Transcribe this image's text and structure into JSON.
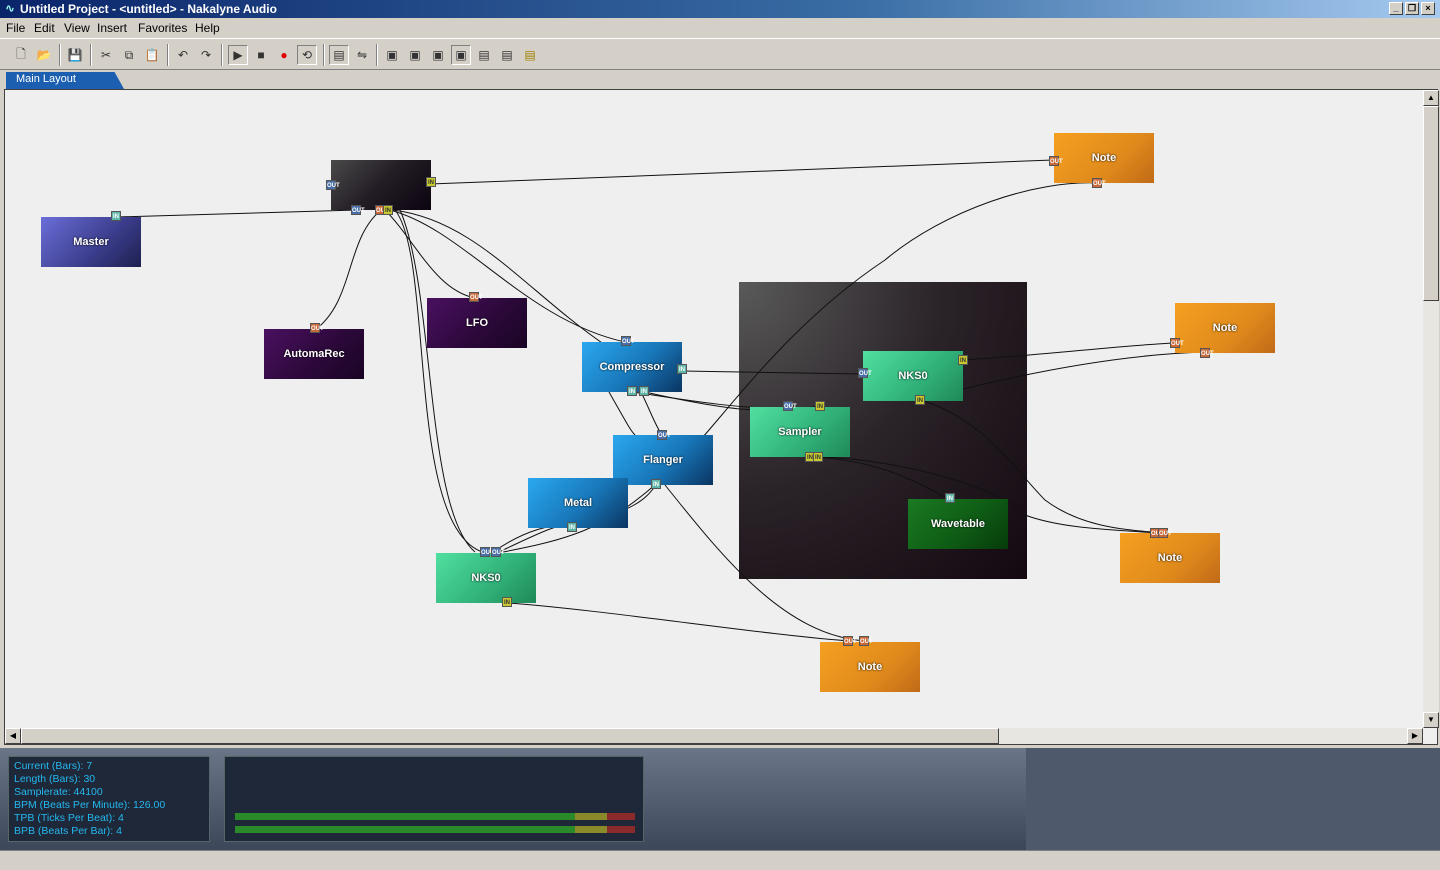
{
  "window": {
    "title": "Untitled Project - <untitled> - Nakalyne Audio"
  },
  "menu": [
    "File",
    "Edit",
    "View",
    "Insert",
    "Favorites",
    "Help"
  ],
  "tabs": [
    {
      "label": "Main Layout"
    }
  ],
  "nodes": {
    "master": "Master",
    "automarec": "AutomaRec",
    "lfo": "LFO",
    "compressor": "Compressor",
    "flanger": "Flanger",
    "metal": "Metal",
    "nks0_left": "NKS0",
    "sampler": "Sampler",
    "nks0_group": "NKS0",
    "wavetable": "Wavetable",
    "note_top": "Note",
    "note_right": "Note",
    "note_right_low": "Note",
    "note_bottom": "Note"
  },
  "ports": {
    "in": "IN",
    "out": "OUT"
  },
  "info": {
    "current": "Current (Bars): 7",
    "length": "Length (Bars): 30",
    "samplerate": "Samplerate: 44100",
    "bpm": "BPM (Beats Per Minute): 126.00",
    "tpb": "TPB (Ticks Per Beat): 4",
    "bpb": "BPB (Beats Per Bar): 4"
  },
  "colors": {
    "master": "#5a5ec8",
    "purple": "#3a0a48",
    "blue": "#1c8ad0",
    "green": "#3cc88a",
    "orange": "#f0901c",
    "darkgreen": "#0e5a14",
    "info_text": "#25b8f0"
  }
}
